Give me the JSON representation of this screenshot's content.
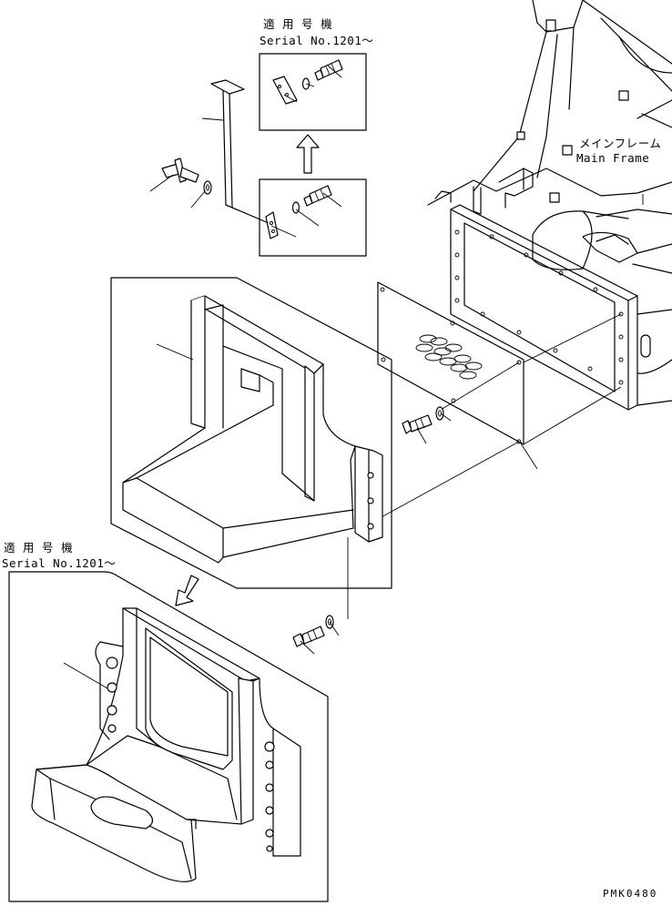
{
  "notes": {
    "top_applicable_jp": "適 用 号 機",
    "top_serial": "Serial No.1201～",
    "bottom_applicable_jp": "適 用 号 機",
    "bottom_serial": "Serial No.1201～"
  },
  "main_frame": {
    "jp": "メインフレーム",
    "en": "Main Frame"
  },
  "drawing_code": "PMK0480"
}
